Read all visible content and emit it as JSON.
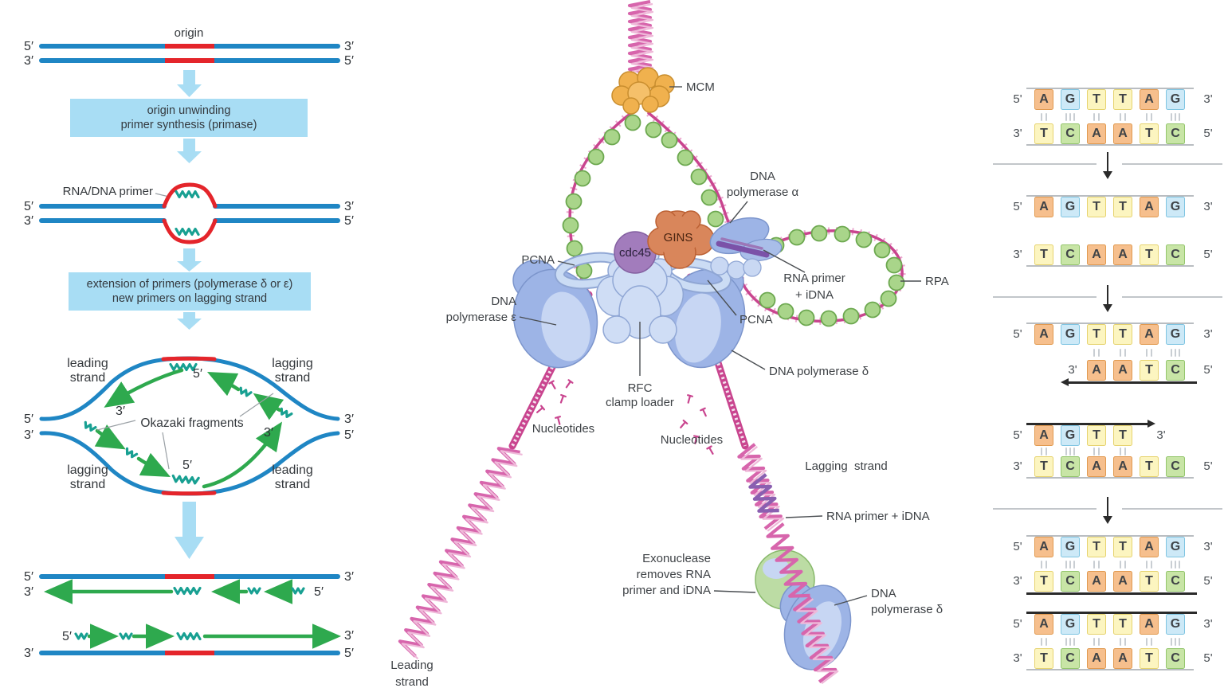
{
  "common": {
    "five": "5′",
    "three": "3′",
    "leading": "leading",
    "lagging": "lagging",
    "strand": "strand"
  },
  "left_panel": {
    "origin": "origin",
    "box1_line1": "origin unwinding",
    "box1_line2": "primer synthesis (primase)",
    "primer_label": "RNA/DNA primer",
    "box2_line1": "extension of primers (polymerase δ or ε)",
    "box2_line2": "new primers on lagging strand",
    "okazaki": "Okazaki fragments",
    "accent_blue": "#1f86c4",
    "accent_red": "#e4252b",
    "accent_green": "#2ea94e",
    "accent_teal": "#18a092",
    "box_fill": "#a8ddf4"
  },
  "fork_panel": {
    "mcm": "MCM",
    "pol_alpha_1": "DNA",
    "pol_alpha_2": "polymerase α",
    "pcna": "PCNA",
    "cdc45": "cdc45",
    "gins": "GINS",
    "rpa": "RPA",
    "rna_primer_1": "RNA primer",
    "rna_primer_2": "+ iDNA",
    "pol_epsilon_1": "DNA",
    "pol_epsilon_2": "polymerase ε",
    "pol_delta": "DNA polymerase δ",
    "rfc_1": "RFC",
    "rfc_2": "clamp loader",
    "nucleotides": "Nucleotides",
    "lagging_strand": "Lagging  strand",
    "rna_primer_idna": "RNA primer + iDNA",
    "exo_1": "Exonuclease",
    "exo_2": "removes RNA",
    "exo_3": "primer and iDNA",
    "pol_delta_b1": "DNA",
    "pol_delta_b2": "polymerase δ",
    "leading_1": "Leading",
    "leading_2": "strand",
    "strand_pink": "#c9458f",
    "bead_green": "#a9d58a",
    "mcm_orange": "#f0b14e",
    "cdc45_purple": "#a27cbc",
    "gins_orange": "#d9865b",
    "protein_blue": "#9db4e6"
  },
  "sequence_panel": {
    "base_colors": {
      "A": {
        "fill": "#f6bf8d",
        "border": "#e19a50"
      },
      "G": {
        "fill": "#cde9f7",
        "border": "#7fc5e2"
      },
      "T": {
        "fill": "#fcf5c0",
        "border": "#e6d36f"
      },
      "C": {
        "fill": "#c8e5a6",
        "border": "#94c66d"
      }
    },
    "rows": [
      {
        "top": {
          "l": "5'",
          "r": "3'",
          "start": 0,
          "bases": "AGTTAG",
          "line": "gray"
        },
        "bottom": {
          "l": "3'",
          "r": "5'",
          "start": 0,
          "bases": "TCAATC",
          "line": "gray"
        },
        "bonds": true
      },
      {
        "top": {
          "l": "5'",
          "r": "3'",
          "start": 0,
          "bases": "AGTTAG",
          "line": "gray"
        },
        "bottom": {
          "l": "3'",
          "r": "5'",
          "start": 0,
          "bases": "TCAATC",
          "line": "gray"
        },
        "bonds": false
      },
      {
        "top": {
          "l": "5'",
          "r": "3'",
          "start": 0,
          "bases": "AGTTAG",
          "line": "gray"
        },
        "bottom": {
          "l": "3'",
          "r": "5'",
          "start": 2,
          "bases": "AATC",
          "line": "black",
          "arrow": "left"
        },
        "bonds": true
      },
      {
        "top": {
          "l": "5'",
          "r": "3'",
          "start": 0,
          "bases": "AGTT",
          "line": "black",
          "arrow": "right"
        },
        "bottom": {
          "l": "3'",
          "r": "5'",
          "start": 0,
          "bases": "TCAATC",
          "line": "gray"
        },
        "bonds": true
      },
      {
        "top": {
          "l": "5'",
          "r": "3'",
          "start": 0,
          "bases": "AGTTAG",
          "line": "gray"
        },
        "bottom": {
          "l": "3'",
          "r": "5'",
          "start": 0,
          "bases": "TCAATC",
          "line": "black"
        },
        "bonds": true
      },
      {
        "top": {
          "l": "5'",
          "r": "3'",
          "start": 0,
          "bases": "AGTTAG",
          "line": "black"
        },
        "bottom": {
          "l": "3'",
          "r": "5'",
          "start": 0,
          "bases": "TCAATC",
          "line": "gray"
        },
        "bonds": true
      }
    ]
  }
}
